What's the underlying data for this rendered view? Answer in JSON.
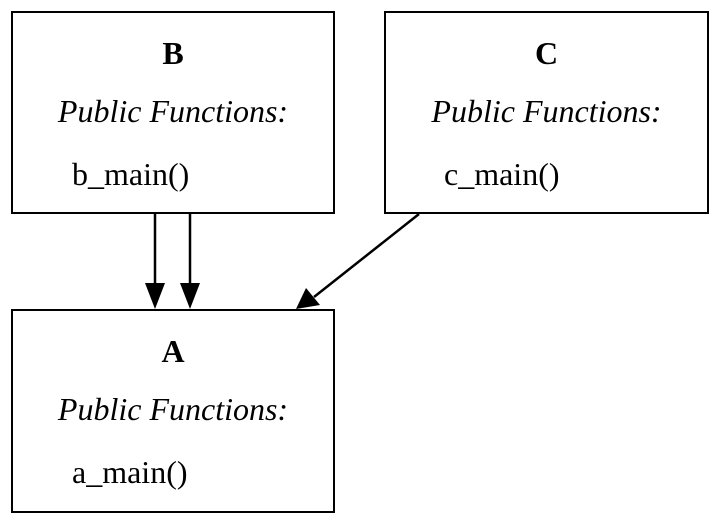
{
  "nodes": {
    "b": {
      "title": "B",
      "section": "Public Functions:",
      "func": "b_main()"
    },
    "c": {
      "title": "C",
      "section": "Public Functions:",
      "func": "c_main()"
    },
    "a": {
      "title": "A",
      "section": "Public Functions:",
      "func": "a_main()"
    }
  },
  "colors": {
    "stroke": "#000000",
    "background": "#ffffff"
  }
}
